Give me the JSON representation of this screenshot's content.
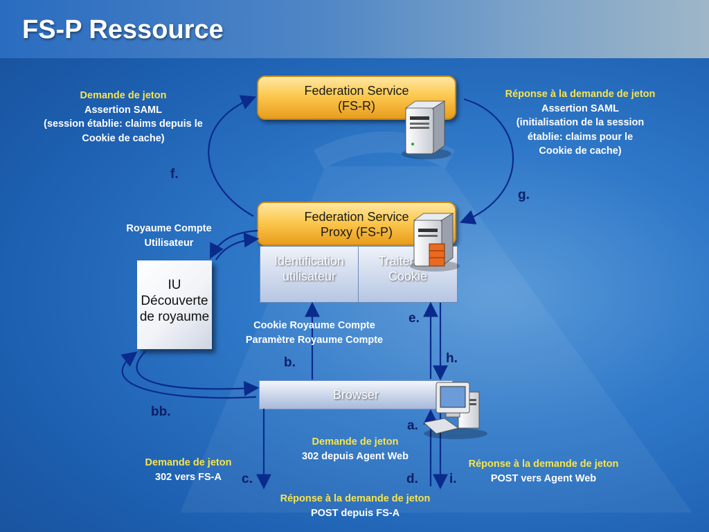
{
  "slide_title": "FS-P Ressource",
  "fs_r": {
    "line1": "Federation Service",
    "line2": "(FS-R)"
  },
  "fs_p": {
    "line1": "Federation Service",
    "line2": "Proxy (FS-P)"
  },
  "fsp_panel": {
    "left": {
      "line1": "Identification",
      "line2": "utilisateur"
    },
    "right": {
      "line1": "Traitement",
      "line2": "Cookie"
    }
  },
  "iu_box": {
    "line1": "IU",
    "line2": "Découverte",
    "line3": "de royaume"
  },
  "browser_label": "Browser",
  "labels": {
    "f_desc": {
      "title": "Demande de jeton",
      "l1": "Assertion SAML",
      "l2": "(session établie: claims depuis le",
      "l3": "Cookie de cache)"
    },
    "g_desc": {
      "title": "Réponse à la demande de jeton",
      "l1": "Assertion SAML",
      "l2": "(initialisation de la session",
      "l3": "établie: claims pour le",
      "l4": "Cookie de cache)"
    },
    "realm": {
      "l1": "Royaume Compte",
      "l2": "Utilisateur"
    },
    "cookie": {
      "l1": "Cookie Royaume Compte",
      "l2": "Paramètre Royaume Compte"
    },
    "a_desc": {
      "title": "Demande de jeton",
      "l1": "302 depuis Agent Web"
    },
    "c_desc": {
      "title": "Demande de jeton",
      "l1": "302 vers FS-A"
    },
    "d_desc": {
      "title": "Réponse à la demande de jeton",
      "l1": "POST depuis FS-A"
    },
    "i_desc": {
      "title": "Réponse à la demande de jeton",
      "l1": "POST vers Agent Web"
    }
  },
  "steps": {
    "f": "f.",
    "g": "g.",
    "e": "e.",
    "h": "h.",
    "b": "b.",
    "bb": "bb.",
    "a": "a.",
    "c": "c.",
    "d": "d.",
    "i": "i."
  },
  "colors": {
    "gold": "#fcc94f",
    "arrow": "#0a2a8c",
    "highlight_text": "#f7e44e",
    "background": "#2f78c8"
  }
}
